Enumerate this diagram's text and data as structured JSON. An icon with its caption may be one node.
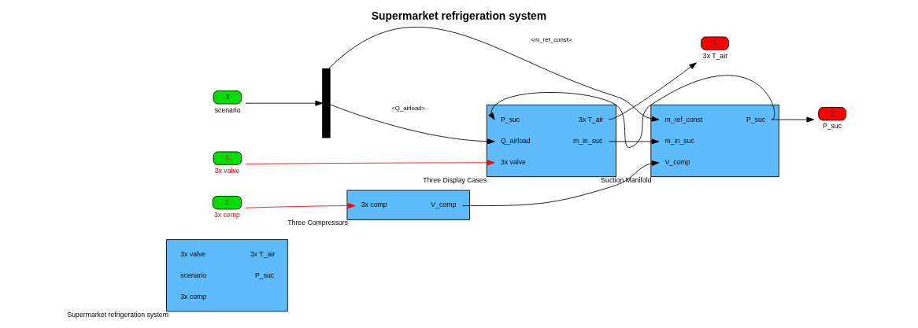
{
  "diagram": {
    "title": "Supermarket refrigeration system",
    "nodes": [
      {
        "text": [
          "3x valve",
          "scenario",
          "3x comp",
          "3x T_air",
          "P_suc"
        ],
        "beside": [
          "Supermarket refrigeration system"
        ]
      },
      {
        "text": [
          "3"
        ],
        "beside": [
          "scenario"
        ]
      },
      {
        "text": [],
        "shape": "bar"
      },
      {
        "text": [
          "P_suc",
          "Q_airload",
          "3x valve",
          "3x T_air",
          "m_in_suc"
        ],
        "beside": [
          "Three Display Cases"
        ]
      },
      {
        "text": [
          "1"
        ],
        "beside": [
          "3x T_air"
        ]
      },
      {
        "text": [
          "1"
        ],
        "beside": [
          "3x valve"
        ]
      },
      {
        "text": [
          "2"
        ],
        "beside": [
          "3x comp"
        ]
      },
      {
        "text": [
          "3x comp",
          "V_comp"
        ],
        "beside": [
          "Three Compressors"
        ]
      },
      {
        "text": [
          "m_ref_const",
          "m_in_suc",
          "V_comp",
          "P_suc"
        ],
        "beside": [
          "Suction Manifold"
        ]
      },
      {
        "text": [
          "2"
        ],
        "beside": [
          "P_suc"
        ]
      }
    ],
    "edges": [
      {
        "from": 1,
        "to": 2,
        "arrow": "to"
      },
      {
        "from": 2,
        "to": 8,
        "arrow": "to",
        "label": "<m_ref_const>"
      },
      {
        "from": 2,
        "to": 3,
        "arrow": "to",
        "label": "<Q_airload>"
      },
      {
        "from": 5,
        "to": 3,
        "arrow": "to",
        "color": "#ff0000"
      },
      {
        "from": 6,
        "to": 7,
        "arrow": "to",
        "color": "#ff0000"
      },
      {
        "from": 3,
        "to": 4,
        "arrow": "to"
      },
      {
        "from": 3,
        "to": 8,
        "arrow": "to"
      },
      {
        "from": 7,
        "to": 8,
        "arrow": "to"
      },
      {
        "from": 8,
        "to": 9,
        "arrow": "to"
      },
      {
        "from": 8,
        "to": 3,
        "arrow": "to"
      }
    ]
  }
}
